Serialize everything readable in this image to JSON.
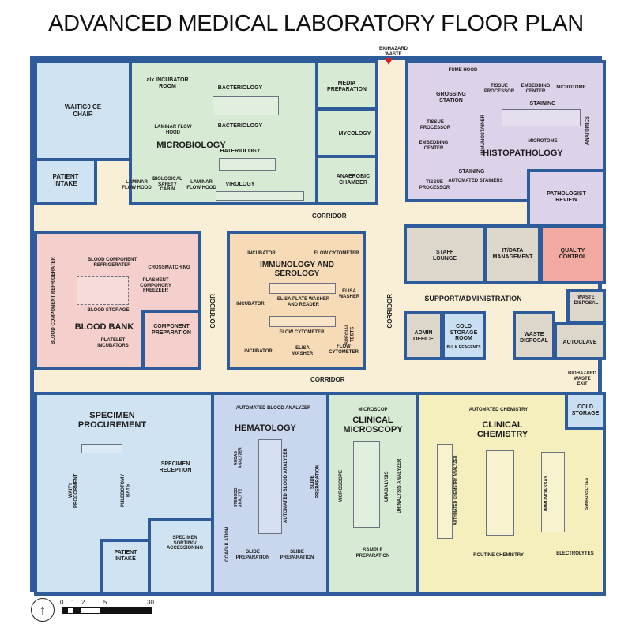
{
  "title": "ADVANCED MEDICAL LABORATORY FLOOR PLAN",
  "colors": {
    "wall": "#2e5c9a",
    "corridor": "#f8efd6",
    "biohazard_marker": "#d0202a"
  },
  "entrance_marker": {
    "label": "BIOHAZARD\nWASTE",
    "icon": "red-triangle-marker"
  },
  "corridors": {
    "upper": "CORRIDOR",
    "lower": "CORRIDOR",
    "left_vertical": "CORRIDOR",
    "right_vertical": "CORRIDOR"
  },
  "rooms": {
    "waiting": {
      "name": "WAITIG0 CE\nCHAIR"
    },
    "patient_intake_top": {
      "name": "PATIENT\nINTAKE"
    },
    "microbiology": {
      "name": "MICROBIOLOGY",
      "sub": [
        "alx INCUBATOR\nROOM",
        "BACTERIOLOGY",
        "BACTERIOLOGY",
        "HATERIOLOGY",
        "VIROLOGY",
        "LAMINAR FLOW\nHOOD",
        "LAMINAR\nFLOW HOOD",
        "BIOLOGICAL\nSAFETY\nCABIN",
        "LAMINAR\nFLOW HOOD",
        "MEDIA\nPREPARATION",
        "MYCOLOGY",
        "ANAEROBIC\nCHAMBER"
      ]
    },
    "histopathology": {
      "name": "HISTOPATHOLOGY",
      "sub": [
        "FUME HOOD",
        "GROSSING\nSTATION",
        "TISSUE\nPROCESSOR",
        "EMBEDDING\nCENTER",
        "MICROTOME",
        "STAINING",
        "TISSUE\nPROCESSOR",
        "EMBEDDING\nCENTER",
        "IMMUNOSTAINER",
        "MICROTOME",
        "STAINING",
        "AUTOMATED STAINERS",
        "TISSUE\nPROCESSOR",
        "ANATOMICS"
      ]
    },
    "pathologist_review": {
      "name": "PATHOLOGIST\nREVIEW"
    },
    "blood_bank": {
      "name": "BLOOD BANK",
      "sub": [
        "BLOOD COMPONENT\nREFRIGERATER",
        "BLOOD COMPONENT REFRIGERATER",
        "CROSSMATCHING",
        "PLASMENT\nCOMPONGRY\nFREEZEER",
        "BLOOD STORAGE",
        "PLATELET\nINCUBATORS"
      ]
    },
    "component_preparation": {
      "name": "COMPONENT\nPREPARATION"
    },
    "immunology": {
      "name": "IMMUNOLOGY AND\nSEROLOGY",
      "sub": [
        "INCUBATOR",
        "FLOW CYTOMETER",
        "ELISA PLATE WASHER\nAND READER",
        "INCUBATOR",
        "ELISA\nWASHER",
        "FLOW CYTOMETER",
        "SPECIAL\nTESTS",
        "INCUBATOR",
        "ELISA\nWASHER",
        "FLOW\nCYTOMETER"
      ]
    },
    "staff_lounge": {
      "name": "STAFF\nLOUNGE"
    },
    "it_data": {
      "name": "IT/DATA\nMANAGEMENT"
    },
    "quality_control": {
      "name": "QUALITY\nCONTROL"
    },
    "support_admin": {
      "name": "SUPPORT/ADMINISTRATION"
    },
    "waste_disposal_1": {
      "name": "WASTE\nDISPOSAL"
    },
    "admin_office": {
      "name": "ADMIN\nOFFICE"
    },
    "cold_storage_room": {
      "name": "COLD\nSTORAGE\nROOM",
      "sub": "BULK REAGENTS"
    },
    "waste_disposal_2": {
      "name": "WASTE\nDISPOSAL"
    },
    "autoclave": {
      "name": "AUTOCLAVE"
    },
    "biohazard_exit": {
      "name": "BIOHAZARD\nWASTE\nEXIT"
    },
    "specimen_procurement": {
      "name": "SPECIMEN\nPROCUREMENT",
      "sub": [
        "WAITY\nPROCORMENT",
        "PHLEBOTOMY\nBAYS",
        "SPECIMEN\nRECEPTION"
      ]
    },
    "patient_intake_bottom": {
      "name": "PATIENT\nINTAKE"
    },
    "specimen_sorting": {
      "name": "SPECIMEN\nSORTING/\nACCESSIONING"
    },
    "hematology": {
      "name": "HEMATOLOGY",
      "sub": [
        "AUTOMATED BLOOD ANALYZER",
        "AUDAS ANALYZER",
        "STERODD ANALYTE",
        "AUTOMATED BLOOD ANALYZER",
        "SLIDE PREPARATION",
        "COAGULATION",
        "SLIDE\nPREPARATION",
        "SLIDE\nPREPARATION"
      ]
    },
    "clinical_microscopy": {
      "name": "CLINICAL\nMICROSCOPY",
      "sub": [
        "MICROSCOP",
        "MICROSCOPE",
        "URABALYSIS",
        "URINALYSIS ANALYZER",
        "SAMPLE\nPREPARATION"
      ]
    },
    "clinical_chemistry": {
      "name": "CLINICAL\nCHEMISTRY",
      "sub": [
        "AUTOMATED CHEMISTRY",
        "AUTHMATED CHEMSTRY ANALYZER",
        "IMMUNOASSAY",
        "SMURJASLYTES",
        "ROUTINE CHEMISTRY",
        "ELECTROLYTES"
      ]
    },
    "cold_storage_small": {
      "name": "COLD\nSTORAGE"
    }
  },
  "scale_bar": {
    "ticks": [
      "0",
      "1",
      "2",
      "5",
      "30"
    ],
    "north_arrow": "↑"
  }
}
